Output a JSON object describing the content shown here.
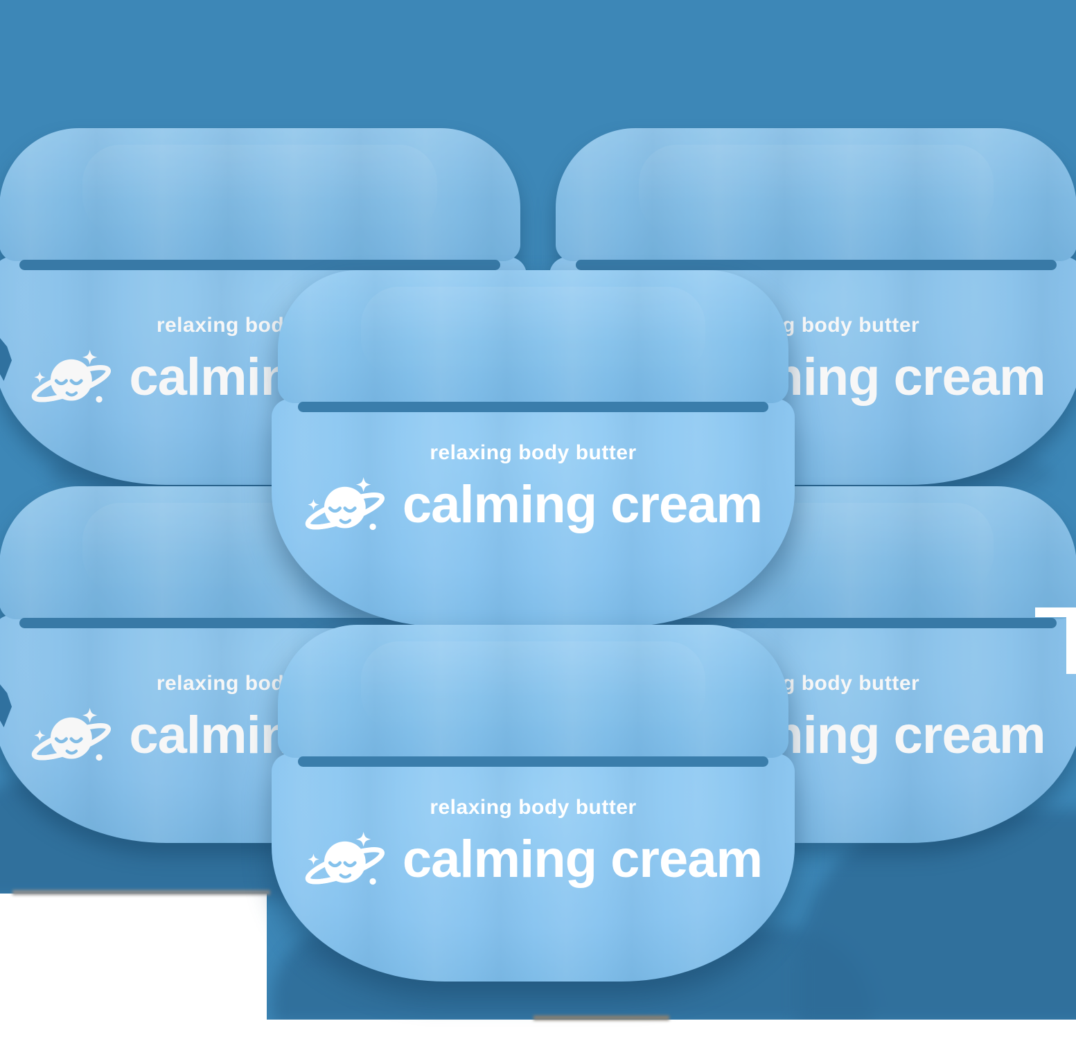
{
  "product": {
    "name": "calming cream",
    "tagline": "relaxing body butter",
    "container": "cream jar",
    "pack_count": 6
  },
  "colors": {
    "backdrop": "#3d87b7",
    "jar_light_blue": "#8ac5f0",
    "jar_deep_blue": "#67a8d6",
    "seam_gap": "#3a7dab",
    "label_text": "#ffffff",
    "cast_shadow_blue": "#2e6c98",
    "ground_shadow_gray": "#8e8a80",
    "page": "#ffffff"
  },
  "icons": {
    "logo": "sleeping-planet-icon",
    "logo_elements": [
      "ringed-planet",
      "sleeping-face",
      "star-left",
      "star-top-right",
      "sparkle-dot"
    ]
  },
  "jars": [
    {
      "position": "back-top-left",
      "tagline": "relaxing body butter",
      "name": "calming cream"
    },
    {
      "position": "back-top-right",
      "tagline": "relaxing body butter",
      "name": "calming cream"
    },
    {
      "position": "back-bottom-left",
      "tagline": "relaxing body butter",
      "name": "calming cream"
    },
    {
      "position": "back-bottom-right",
      "tagline": "relaxing body butter",
      "name": "calming cream"
    },
    {
      "position": "front-top",
      "tagline": "relaxing body butter",
      "name": "calming cream"
    },
    {
      "position": "front-bottom",
      "tagline": "relaxing body butter",
      "name": "calming cream"
    }
  ]
}
